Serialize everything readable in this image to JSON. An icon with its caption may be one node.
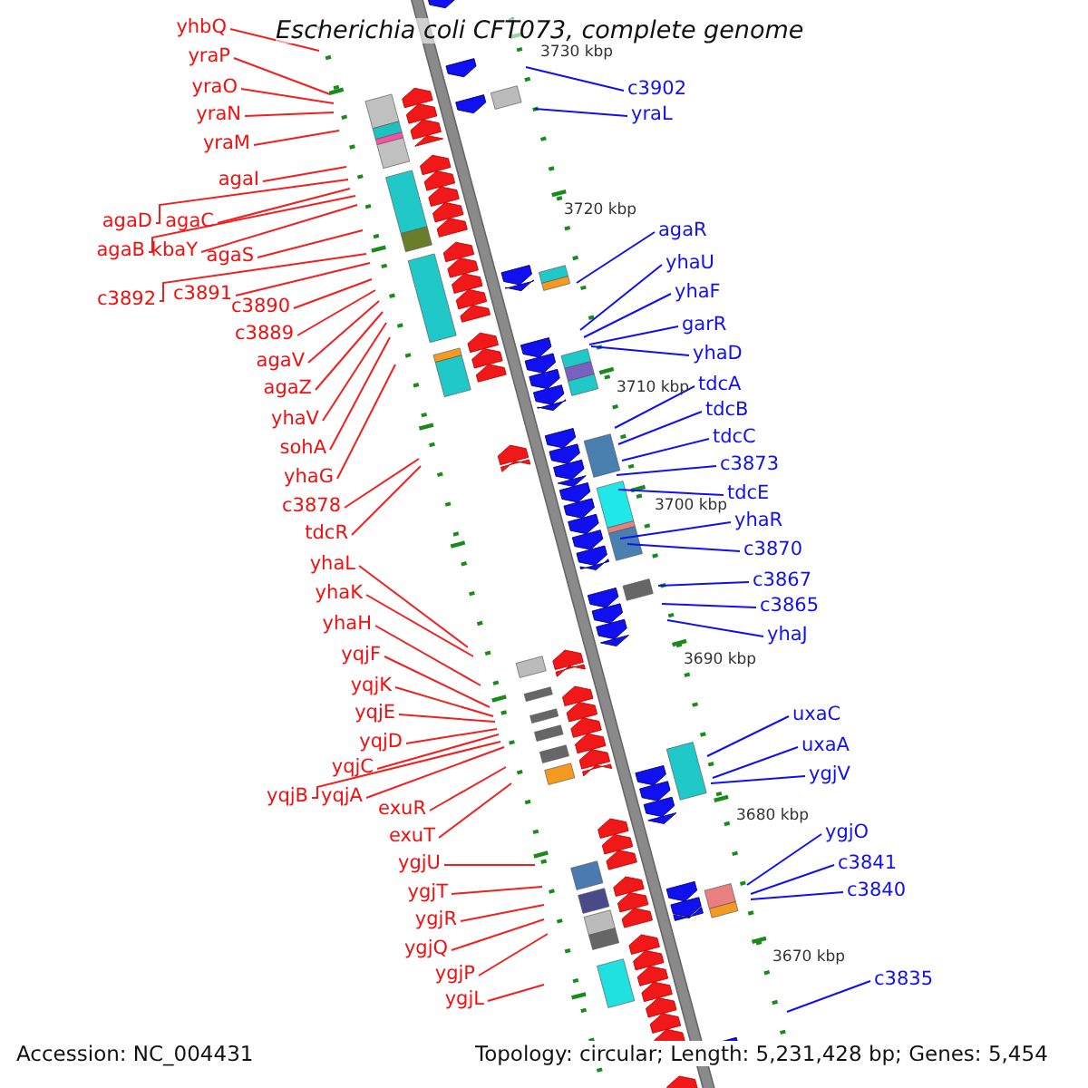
{
  "diagram": {
    "title": "Escherichia coli CFT073, complete genome",
    "nodes": [
      {
        "text": [
          "yhbQ"
        ]
      },
      {
        "text": [
          "yraP"
        ]
      },
      {
        "text": [
          "yraO"
        ]
      },
      {
        "text": [
          "yraN"
        ]
      },
      {
        "text": [
          "yraM"
        ]
      },
      {
        "text": [
          "agaI"
        ]
      },
      {
        "text": [
          "agaD"
        ]
      },
      {
        "text": [
          "agaC"
        ]
      },
      {
        "text": [
          "agaB"
        ]
      },
      {
        "text": [
          "kbaY"
        ]
      },
      {
        "text": [
          "agaS"
        ]
      },
      {
        "text": [
          "c3892"
        ]
      },
      {
        "text": [
          "c3891"
        ]
      },
      {
        "text": [
          "c3890"
        ]
      },
      {
        "text": [
          "c3889"
        ]
      },
      {
        "text": [
          "agaV"
        ]
      },
      {
        "text": [
          "agaZ"
        ]
      },
      {
        "text": [
          "yhaV"
        ]
      },
      {
        "text": [
          "sohA"
        ]
      },
      {
        "text": [
          "yhaG"
        ]
      },
      {
        "text": [
          "c3878"
        ]
      },
      {
        "text": [
          "tdcR"
        ]
      },
      {
        "text": [
          "yhaL"
        ]
      },
      {
        "text": [
          "yhaK"
        ]
      },
      {
        "text": [
          "yhaH"
        ]
      },
      {
        "text": [
          "yqjF"
        ]
      },
      {
        "text": [
          "yqjK"
        ]
      },
      {
        "text": [
          "yqjE"
        ]
      },
      {
        "text": [
          "yqjD"
        ]
      },
      {
        "text": [
          "yqjC"
        ]
      },
      {
        "text": [
          "yqjB"
        ]
      },
      {
        "text": [
          "yqjA"
        ]
      },
      {
        "text": [
          "exuR"
        ]
      },
      {
        "text": [
          "exuT"
        ]
      },
      {
        "text": [
          "ygjU"
        ]
      },
      {
        "text": [
          "ygjT"
        ]
      },
      {
        "text": [
          "ygjR"
        ]
      },
      {
        "text": [
          "ygjQ"
        ]
      },
      {
        "text": [
          "ygjP"
        ]
      },
      {
        "text": [
          "ygjL"
        ]
      },
      {
        "text": [
          "c3902"
        ]
      },
      {
        "text": [
          "yraL"
        ]
      },
      {
        "text": [
          "agaR"
        ]
      },
      {
        "text": [
          "yhaU"
        ]
      },
      {
        "text": [
          "yhaF"
        ]
      },
      {
        "text": [
          "garR"
        ]
      },
      {
        "text": [
          "yhaD"
        ]
      },
      {
        "text": [
          "tdcA"
        ]
      },
      {
        "text": [
          "tdcB"
        ]
      },
      {
        "text": [
          "tdcC"
        ]
      },
      {
        "text": [
          "c3873"
        ]
      },
      {
        "text": [
          "tdcE"
        ]
      },
      {
        "text": [
          "yhaR"
        ]
      },
      {
        "text": [
          "c3870"
        ]
      },
      {
        "text": [
          "c3867"
        ]
      },
      {
        "text": [
          "c3865"
        ]
      },
      {
        "text": [
          "yhaJ"
        ]
      },
      {
        "text": [
          "uxaC"
        ]
      },
      {
        "text": [
          "uxaA"
        ]
      },
      {
        "text": [
          "ygjV"
        ]
      },
      {
        "text": [
          "ygjO"
        ]
      },
      {
        "text": [
          "c3841"
        ]
      },
      {
        "text": [
          "c3840"
        ]
      },
      {
        "text": [
          "c3835"
        ]
      }
    ],
    "edges": [
      {
        "from": 0,
        "to": null,
        "arrow": "none"
      },
      {
        "from": 1,
        "to": null,
        "arrow": "none"
      },
      {
        "from": 2,
        "to": null,
        "arrow": "none"
      },
      {
        "from": 3,
        "to": null,
        "arrow": "none"
      },
      {
        "from": 4,
        "to": null,
        "arrow": "none"
      },
      {
        "from": 5,
        "to": null,
        "arrow": "none"
      },
      {
        "from": 6,
        "to": null,
        "arrow": "none"
      },
      {
        "from": 7,
        "to": null,
        "arrow": "none"
      },
      {
        "from": 8,
        "to": null,
        "arrow": "none"
      },
      {
        "from": 9,
        "to": null,
        "arrow": "none"
      },
      {
        "from": 10,
        "to": null,
        "arrow": "none"
      },
      {
        "from": 11,
        "to": null,
        "arrow": "none"
      },
      {
        "from": 12,
        "to": null,
        "arrow": "none"
      },
      {
        "from": 13,
        "to": null,
        "arrow": "none"
      },
      {
        "from": 14,
        "to": null,
        "arrow": "none"
      },
      {
        "from": 15,
        "to": null,
        "arrow": "none"
      },
      {
        "from": 16,
        "to": null,
        "arrow": "none"
      },
      {
        "from": 17,
        "to": null,
        "arrow": "none"
      },
      {
        "from": 18,
        "to": null,
        "arrow": "none"
      },
      {
        "from": 19,
        "to": null,
        "arrow": "none"
      },
      {
        "from": 20,
        "to": null,
        "arrow": "none"
      },
      {
        "from": 21,
        "to": null,
        "arrow": "none"
      },
      {
        "from": 22,
        "to": null,
        "arrow": "none"
      },
      {
        "from": 23,
        "to": null,
        "arrow": "none"
      },
      {
        "from": 24,
        "to": null,
        "arrow": "none"
      },
      {
        "from": 25,
        "to": null,
        "arrow": "none"
      },
      {
        "from": 26,
        "to": null,
        "arrow": "none"
      },
      {
        "from": 27,
        "to": null,
        "arrow": "none"
      },
      {
        "from": 28,
        "to": null,
        "arrow": "none"
      },
      {
        "from": 29,
        "to": null,
        "arrow": "none"
      },
      {
        "from": 30,
        "to": null,
        "arrow": "none"
      },
      {
        "from": 31,
        "to": null,
        "arrow": "none"
      },
      {
        "from": 32,
        "to": null,
        "arrow": "none"
      },
      {
        "from": 33,
        "to": null,
        "arrow": "none"
      },
      {
        "from": 34,
        "to": null,
        "arrow": "none"
      },
      {
        "from": 35,
        "to": null,
        "arrow": "none"
      },
      {
        "from": 36,
        "to": null,
        "arrow": "none"
      },
      {
        "from": 37,
        "to": null,
        "arrow": "none"
      },
      {
        "from": 38,
        "to": null,
        "arrow": "none"
      },
      {
        "from": 39,
        "to": null,
        "arrow": "none"
      },
      {
        "from": 40,
        "to": null,
        "arrow": "none",
        "color": "#1010f0"
      },
      {
        "from": 41,
        "to": null,
        "arrow": "none",
        "color": "#1010f0"
      },
      {
        "from": 42,
        "to": null,
        "arrow": "none",
        "color": "#1010f0"
      },
      {
        "from": 43,
        "to": null,
        "arrow": "none",
        "color": "#1010f0"
      },
      {
        "from": 44,
        "to": null,
        "arrow": "none",
        "color": "#1010f0"
      },
      {
        "from": 45,
        "to": null,
        "arrow": "none",
        "color": "#1010f0"
      },
      {
        "from": 46,
        "to": null,
        "arrow": "none",
        "color": "#1010f0"
      },
      {
        "from": 47,
        "to": null,
        "arrow": "none",
        "color": "#1010f0"
      },
      {
        "from": 48,
        "to": null,
        "arrow": "none",
        "color": "#1010f0"
      },
      {
        "from": 49,
        "to": null,
        "arrow": "none",
        "color": "#1010f0"
      },
      {
        "from": 50,
        "to": null,
        "arrow": "none",
        "color": "#1010f0"
      },
      {
        "from": 51,
        "to": null,
        "arrow": "none",
        "color": "#1010f0"
      },
      {
        "from": 52,
        "to": null,
        "arrow": "none",
        "color": "#1010f0"
      },
      {
        "from": 53,
        "to": null,
        "arrow": "none",
        "color": "#1010f0"
      },
      {
        "from": 54,
        "to": null,
        "arrow": "none",
        "color": "#1010f0"
      },
      {
        "from": 55,
        "to": null,
        "arrow": "none",
        "color": "#1010f0"
      },
      {
        "from": 56,
        "to": null,
        "arrow": "none",
        "color": "#1010f0"
      },
      {
        "from": 57,
        "to": null,
        "arrow": "none",
        "color": "#1010f0"
      },
      {
        "from": 58,
        "to": null,
        "arrow": "none",
        "color": "#1010f0"
      },
      {
        "from": 59,
        "to": null,
        "arrow": "none",
        "color": "#1010f0"
      },
      {
        "from": 60,
        "to": null,
        "arrow": "none",
        "color": "#1010f0"
      },
      {
        "from": 61,
        "to": null,
        "arrow": "none",
        "color": "#1010f0"
      },
      {
        "from": 62,
        "to": null,
        "arrow": "none",
        "color": "#1010f0"
      },
      {
        "from": 63,
        "to": null,
        "arrow": "none",
        "color": "#1010f0"
      }
    ],
    "labels": [
      "3730 kbp",
      "3720 kbp",
      "3710 kbp",
      "3700 kbp",
      "3690 kbp",
      "3680 kbp",
      "3670 kbp",
      "Accession: NC_004431",
      "Topology: circular; Length: 5,231,428 bp; Genes: 5,454"
    ]
  }
}
